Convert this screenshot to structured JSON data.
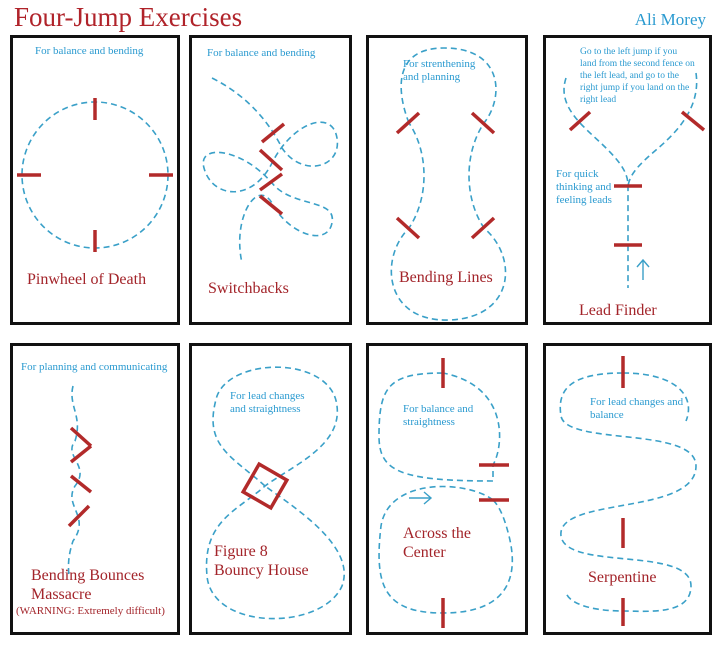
{
  "title": "Four-Jump Exercises",
  "author": "Ali Morey",
  "panels": [
    {
      "note": "For balance and bending",
      "label": "Pinwheel of Death"
    },
    {
      "note": "For balance and bending",
      "label": "Switchbacks"
    },
    {
      "note": "For strenthening and planning",
      "label": "Bending Lines"
    },
    {
      "note": "Go to the left jump if you land from the second fence on the left lead, and go to the right jump if you land on the right lead",
      "note2": "For quick thinking and feeling leads",
      "label": "Lead Finder"
    },
    {
      "note": "For planning and communicating",
      "label": "Bending Bounces Massacre",
      "warning": "(WARNING: Extremely difficult)"
    },
    {
      "note": "For lead changes and straightness",
      "label": "Figure 8 Bouncy House"
    },
    {
      "note": "For balance and straightness",
      "label": "Across the Center"
    },
    {
      "note": "For lead changes and balance",
      "label": "Serpentine"
    }
  ],
  "colors": {
    "jump": "#b22a2a",
    "path": "#3aa0c8",
    "label": "#a3242a",
    "note": "#2a9ad0"
  }
}
